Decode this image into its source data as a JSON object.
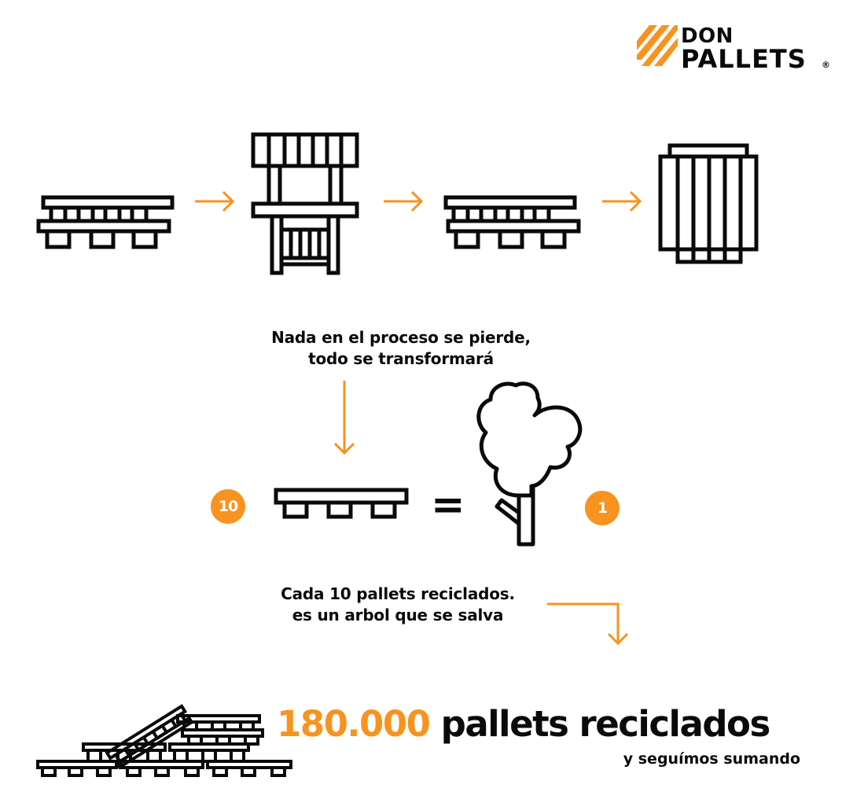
{
  "logo": {
    "line1": "DON",
    "line2": "PALLETS",
    "registered": "®"
  },
  "process": {
    "caption_line1_start": "Nada en el proceso se ",
    "caption_line1_bold": "pierde,",
    "caption_line2_start": "todo se ",
    "caption_line2_bold": "transformará"
  },
  "equation": {
    "left_count": "10",
    "equals": "=",
    "right_count": "1"
  },
  "savings": {
    "line1_start": "Cada ",
    "line1_bold": "10 pallets reciclados.",
    "line2_start": "es un arbol que se ",
    "line2_bold": "salva"
  },
  "total": {
    "number": "180.000",
    "label": " pallets reciclados",
    "subtitle": "y seguímos sumando"
  },
  "colors": {
    "accent": "#f7931e",
    "ink": "#0a0a0a"
  }
}
